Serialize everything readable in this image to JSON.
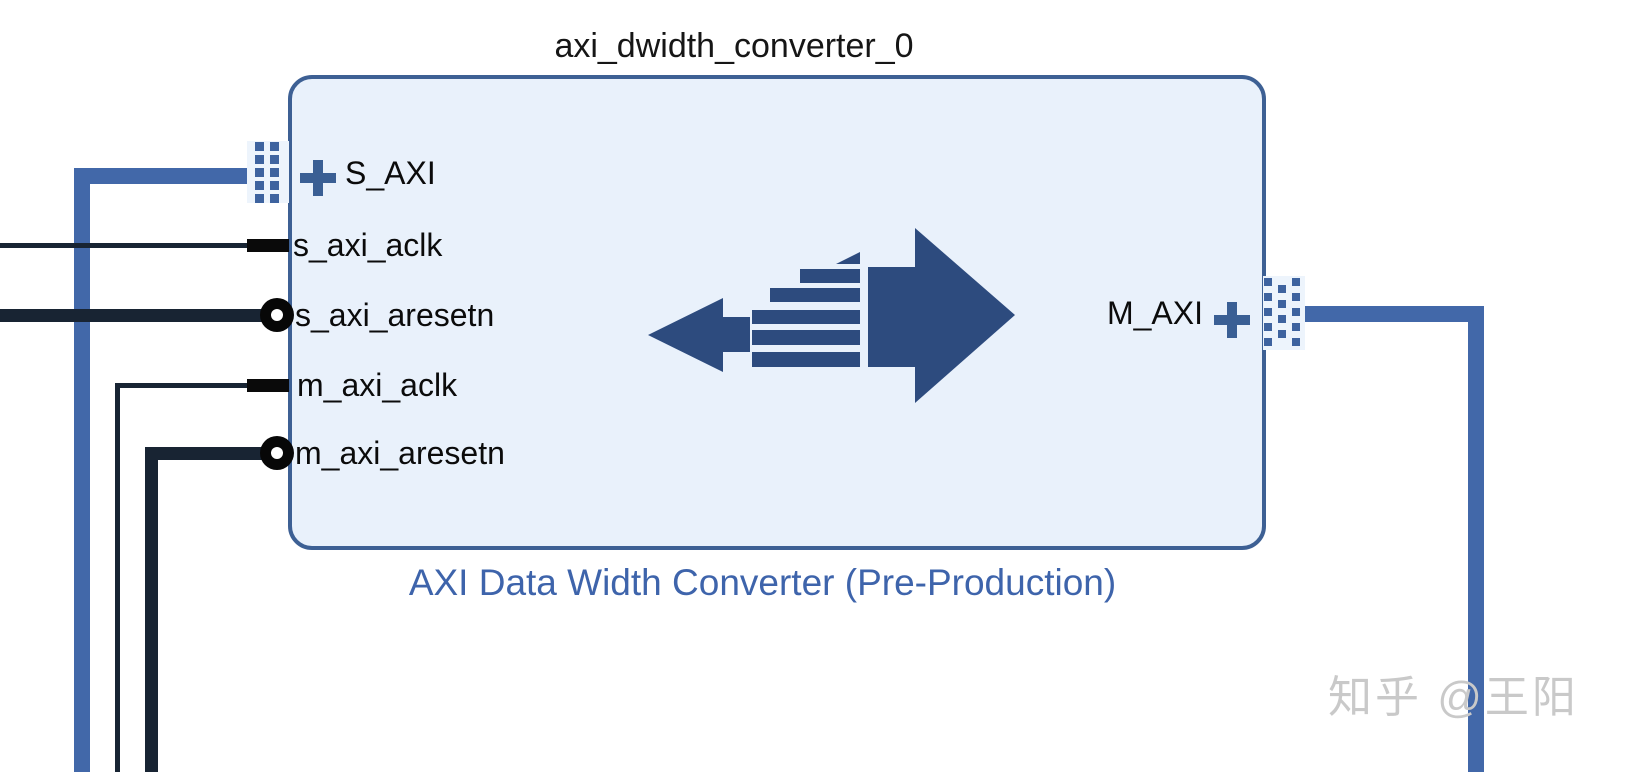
{
  "canvas": {
    "block": {
      "name": "axi_dwidth_converter_0",
      "description": "AXI Data Width Converter (Pre-Production)",
      "left_ports": [
        {
          "label": "S_AXI",
          "type": "axi-interface",
          "pin_style": "dotted-interface",
          "expandable": true
        },
        {
          "label": "s_axi_aclk",
          "type": "clock",
          "pin_style": "stub",
          "expandable": false
        },
        {
          "label": "s_axi_aresetn",
          "type": "reset-active-low",
          "pin_style": "bubble",
          "expandable": false
        },
        {
          "label": "m_axi_aclk",
          "type": "clock",
          "pin_style": "stub",
          "expandable": false
        },
        {
          "label": "m_axi_aresetn",
          "type": "reset-active-low",
          "pin_style": "bubble",
          "expandable": false
        }
      ],
      "right_port": {
        "label": "M_AXI",
        "type": "axi-interface",
        "pin_style": "dotted-interface",
        "expandable": true
      }
    },
    "watermark": {
      "text": "知乎 @王阳"
    },
    "icons": {
      "expand_icon": "plus-cross",
      "interface_pin_icon": "dotted-grid",
      "clock_pin_icon": "black-stub",
      "resetn_pin_icon": "inverter-bubble",
      "center_icon": "data-width-converter-arrows"
    },
    "colors": {
      "interface_wire_blue": "#4268a9",
      "signal_wire_dark": "#182433",
      "block_fill": "#e9f1fb",
      "block_border": "#3d6094",
      "center_icon_blue": "#2d4b7e",
      "plus_blue": "#3a5f94",
      "caption_blue": "#3e64ab",
      "pin_black": "#0a0a0a",
      "watermark_gray": "#c9c9c9",
      "background": "#ffffff"
    }
  }
}
